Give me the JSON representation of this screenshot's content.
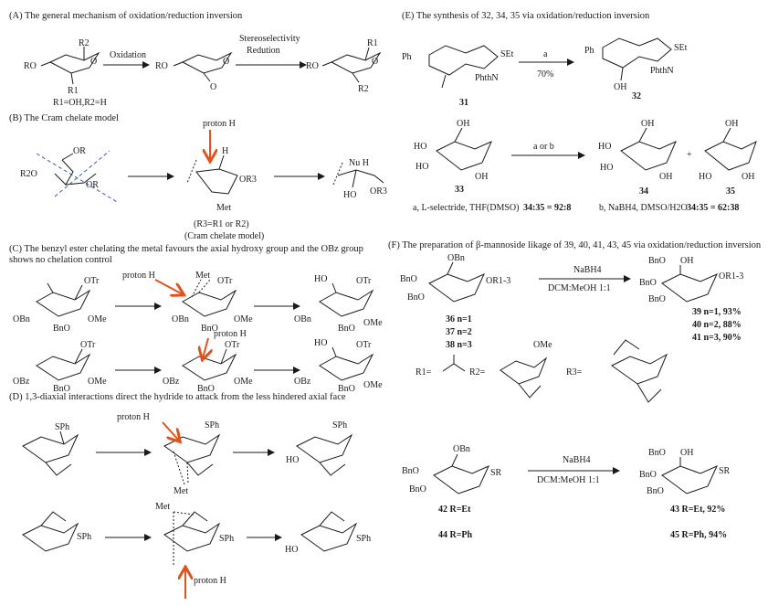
{
  "panels": {
    "A": "(A) The general mechanism of oxidation/reduction inversion",
    "B": "(B) The Cram chelate model",
    "C": "(C) The benzyl ester chelating the metal favours the axial hydroxy group and the OBz group shows no chelation control",
    "D": "(D) 1,3-diaxial interactions direct the hydride to attack from the less hindered axial face",
    "E": "(E) The synthesis of 32, 34, 35 via oxidation/reduction inversion",
    "F": "(F) The preparation of β-mannoside likage of 39, 40, 41, 43, 45 via oxidation/reduction inversion"
  },
  "panel_a": {
    "oxidation": "Oxidation",
    "stereo_line1": "Stereoselectivity",
    "stereo_line2": "Redution",
    "cond": "R1=OH,R2=H",
    "ro": "RO",
    "r1": "R1",
    "r2": "R2",
    "o": "O"
  },
  "panel_b": {
    "proton": "proton H",
    "r3_note": "(R3=R1 or R2)",
    "model": "(Cram chelate model)",
    "met": "Met",
    "nu_h": "Nu H",
    "ho": "HO",
    "or": "OR",
    "or3": "OR3",
    "r2o": "R2O",
    "h": "H"
  },
  "panel_c": {
    "proton": "proton H",
    "met": "Met",
    "otr": "OTr",
    "obn": "OBn",
    "obz": "OBz",
    "bno": "BnO",
    "ome": "OMe",
    "ho": "HO"
  },
  "panel_d": {
    "proton": "proton H",
    "met": "Met",
    "sph": "SPh",
    "ho": "HO"
  },
  "panel_e": {
    "cond_a": "a",
    "yield_a": "70%",
    "cond_ab": "a or b",
    "plus": "+",
    "c31": "31",
    "c32": "32",
    "c33": "33",
    "c34": "34",
    "c35": "35",
    "ph": "Ph",
    "set": "SEt",
    "phthn": "PhthN",
    "oh": "OH",
    "ho": "HO",
    "footnote_a": "a, L-selectride, THF(DMSO)",
    "ratio_a": "34:35 = 92:8",
    "footnote_b": "b, NaBH4, DMSO/H2O",
    "ratio_b": "34:35 = 62:38"
  },
  "panel_f": {
    "nabh4": "NaBH4",
    "solvent": "DCM:MeOH 1:1",
    "bno": "BnO",
    "obn": "OBn",
    "or13": "OR1-3",
    "oh": "OH",
    "ome": "OMe",
    "c36": "36 n=1",
    "c37": "37 n=2",
    "c38": "38 n=3",
    "c39": "39 n=1, 93%",
    "c40": "40 n=2, 88%",
    "c41": "41 n=3, 90%",
    "r1": "R1=",
    "r2": "R2=",
    "r3": "R3=",
    "sr": "SR",
    "c42": "42 R=Et",
    "c44": "44 R=Ph",
    "c43": "43 R=Et, 92%",
    "c45": "45 R=Ph, 94%"
  }
}
